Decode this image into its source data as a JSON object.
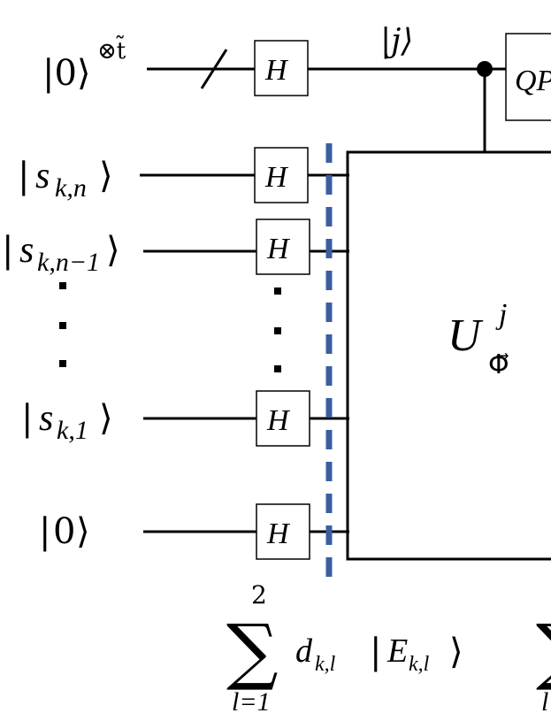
{
  "registers": {
    "top": {
      "base": "|0⟩",
      "superscript": "⊗t̃"
    },
    "wires": [
      {
        "label_main": "s",
        "label_sub": "k,n"
      },
      {
        "label_main": "s",
        "label_sub": "k,n−1"
      },
      {
        "label_main": "s",
        "label_sub": "k,1"
      },
      {
        "label_main": "0",
        "label_sub": ""
      }
    ]
  },
  "gates": {
    "hadamard": "H",
    "top_wire_state": "|j⟩",
    "qpe_partial": "QP"
  },
  "unitary": {
    "base": "U",
    "superscript": "j",
    "subscript": "Φ⃗"
  },
  "sum_expression": {
    "upper_limit": "2",
    "lower_limit": "l=1",
    "coefficient": "d",
    "coefficient_sub": "k,l",
    "ket": "E",
    "ket_sub": "k,l",
    "partial_next_lower": "l"
  },
  "colors": {
    "barrier": "#3a5f9f",
    "line": "#000000"
  }
}
